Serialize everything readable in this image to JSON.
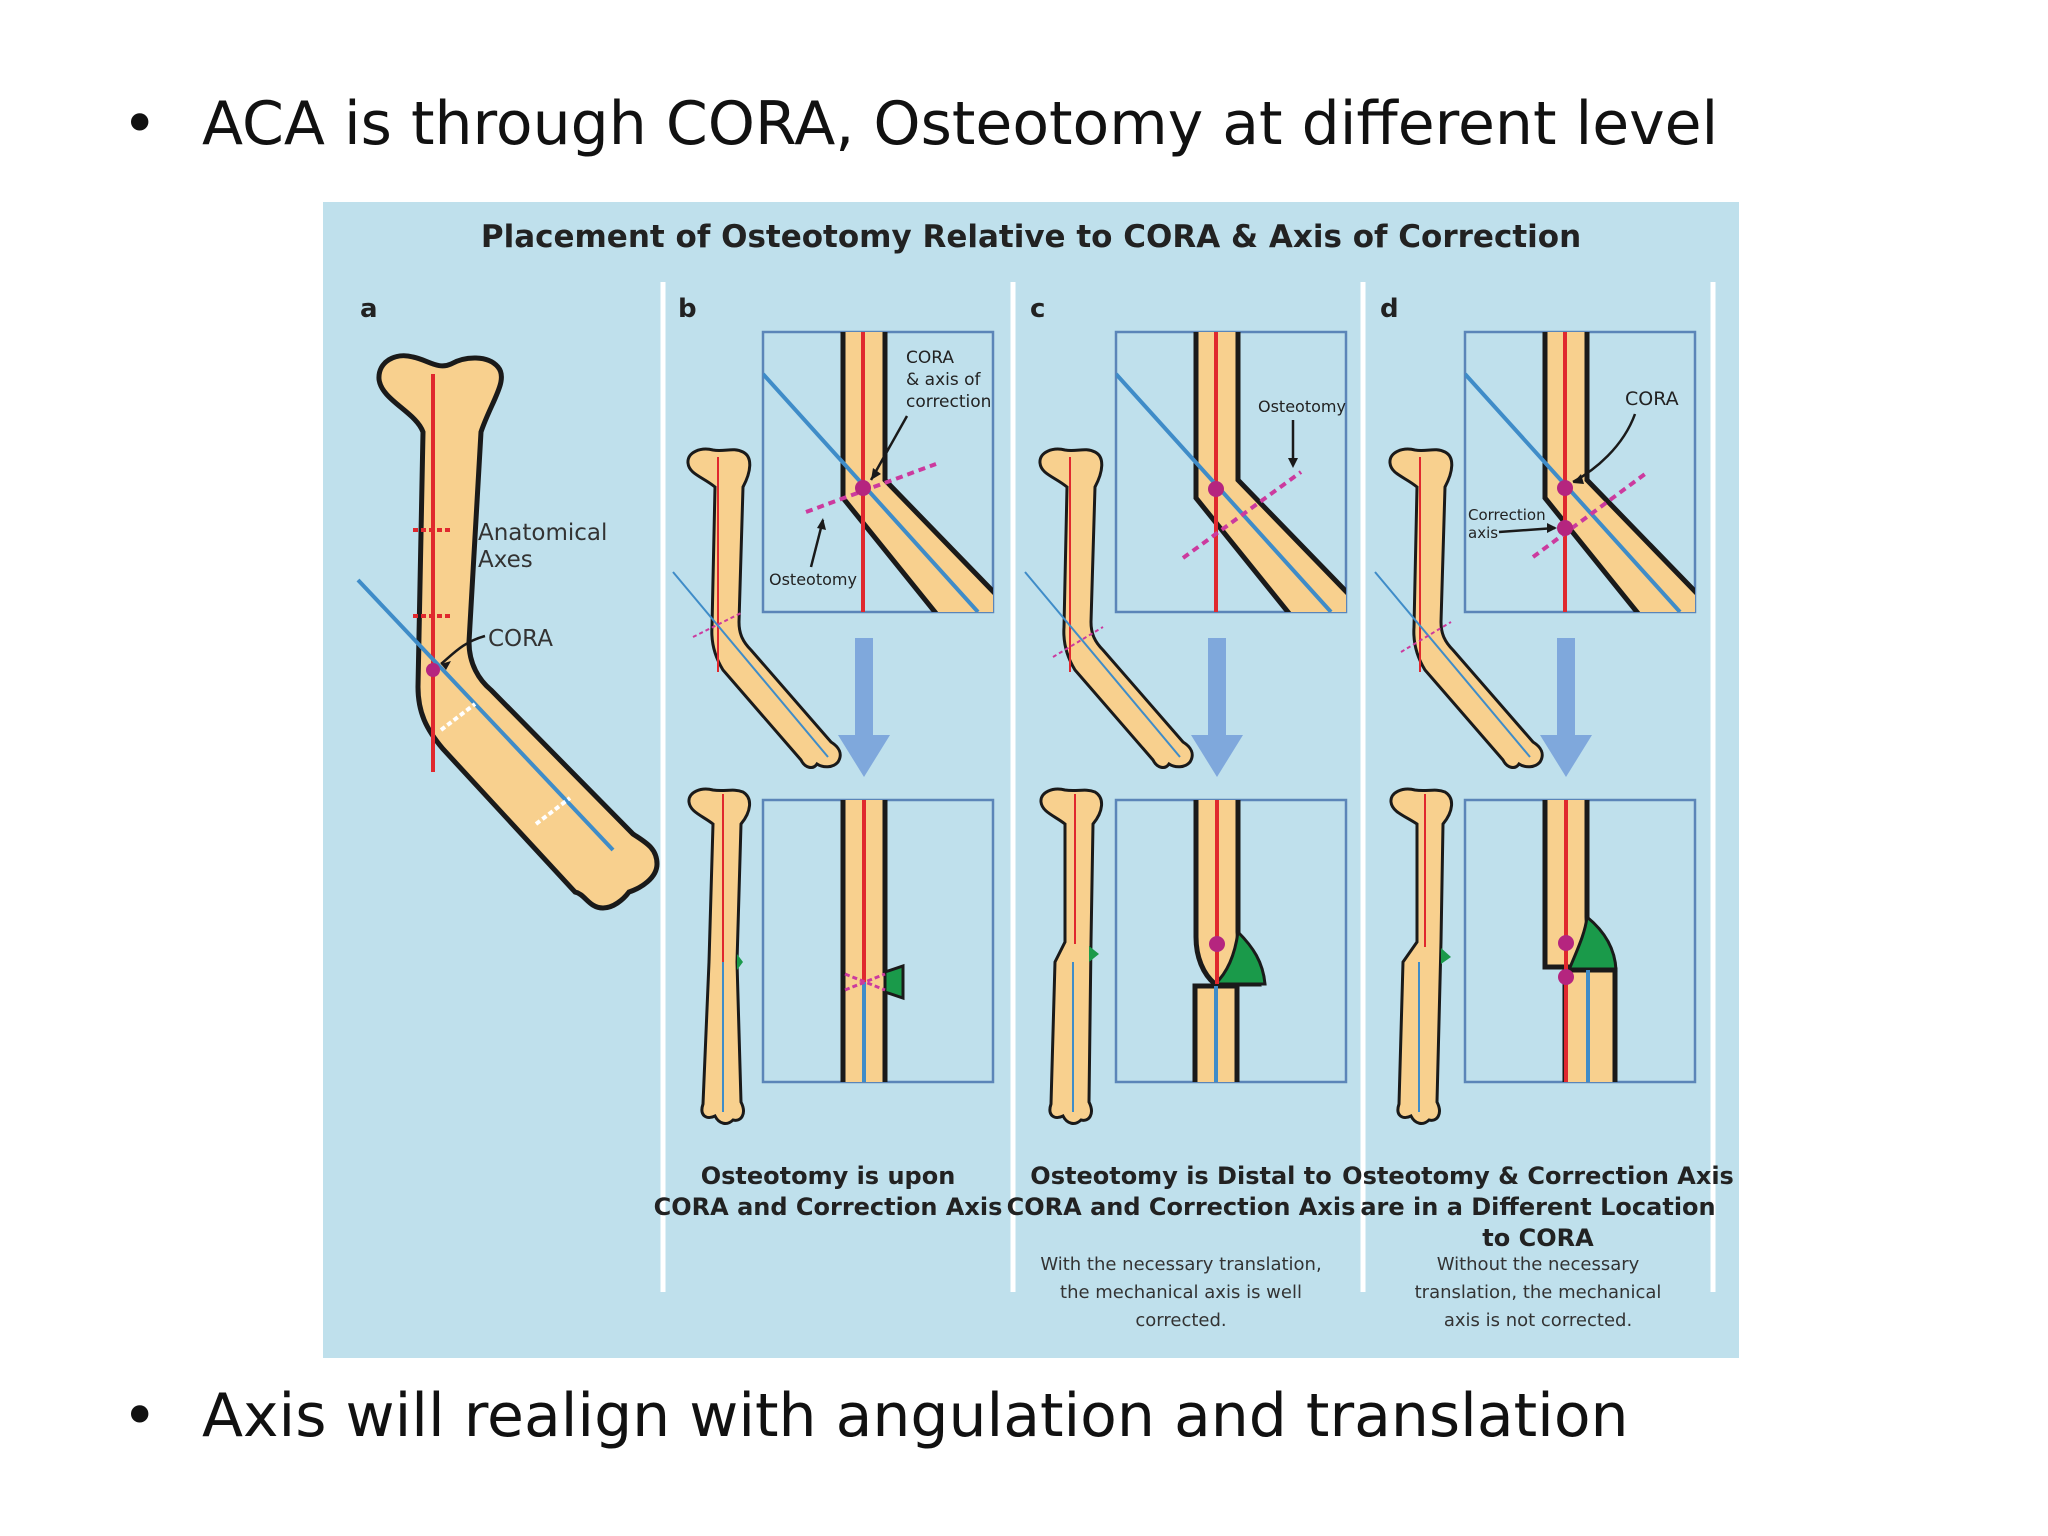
{
  "slide": {
    "bullet_symbol": "•",
    "bullet_1": "ACA is through CORA, Osteotomy at different level",
    "bullet_2": "Axis will realign with angulation and translation"
  },
  "figure": {
    "title": "Placement of Osteotomy Relative to CORA & Axis of Correction",
    "background_color": "#bfe0ec",
    "panels": {
      "a": {
        "letter": "a",
        "label_axes_1": "Anatomical",
        "label_axes_2": "Axes",
        "label_cora": "CORA"
      },
      "b": {
        "letter": "b",
        "inset_label_1": "CORA",
        "inset_label_2": "& axis of",
        "inset_label_3": "correction",
        "inset_osteotomy": "Osteotomy",
        "caption_1": "Osteotomy is upon",
        "caption_2": "CORA and Correction Axis"
      },
      "c": {
        "letter": "c",
        "inset_osteotomy": "Osteotomy",
        "caption_1": "Osteotomy is Distal to",
        "caption_2": "CORA and Correction Axis",
        "note_1": "With the necessary translation,",
        "note_2": "the mechanical axis is well",
        "note_3": "corrected."
      },
      "d": {
        "letter": "d",
        "inset_cora": "CORA",
        "inset_correction_1": "Correction",
        "inset_correction_2": "axis",
        "caption_1": "Osteotomy & Correction Axis",
        "caption_2": "are in a Different Location",
        "caption_3": "to CORA",
        "note_1": "Without the necessary",
        "note_2": "translation, the mechanical",
        "note_3": "axis is not corrected."
      }
    },
    "colors": {
      "bone": "#f8d08e",
      "bone_outline": "#1a1a1a",
      "anatomical_axis": "#e0282e",
      "mechanical_axis": "#3f8cc8",
      "osteotomy": "#cc3a9e",
      "cora_point": "#b5257f",
      "wedge": "#1a9a4a",
      "arrow": "#7fa8dc",
      "inset_border": "#5b85b8"
    }
  }
}
